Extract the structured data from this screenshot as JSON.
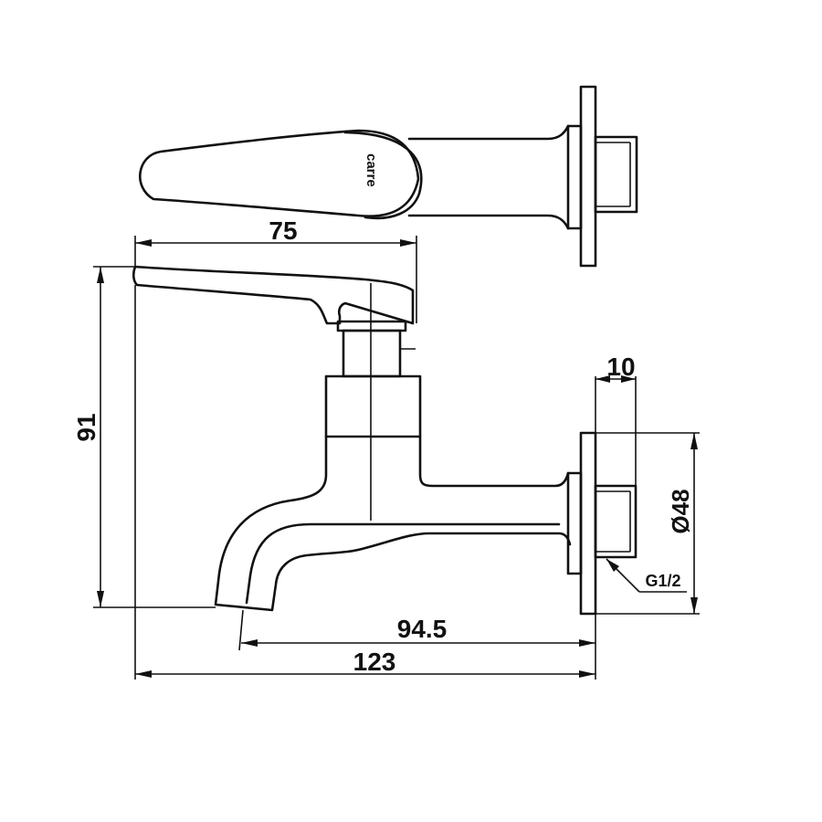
{
  "drawing": {
    "brand_logo": "carre",
    "dimensions": {
      "handle_length": "75",
      "overall_height": "91",
      "flange_thickness": "10",
      "flange_diameter": "Ø48",
      "thread_spec": "G1/2",
      "spout_reach": "94.5",
      "overall_length": "123"
    }
  },
  "colors": {
    "line": "#111111",
    "background": "#ffffff"
  }
}
